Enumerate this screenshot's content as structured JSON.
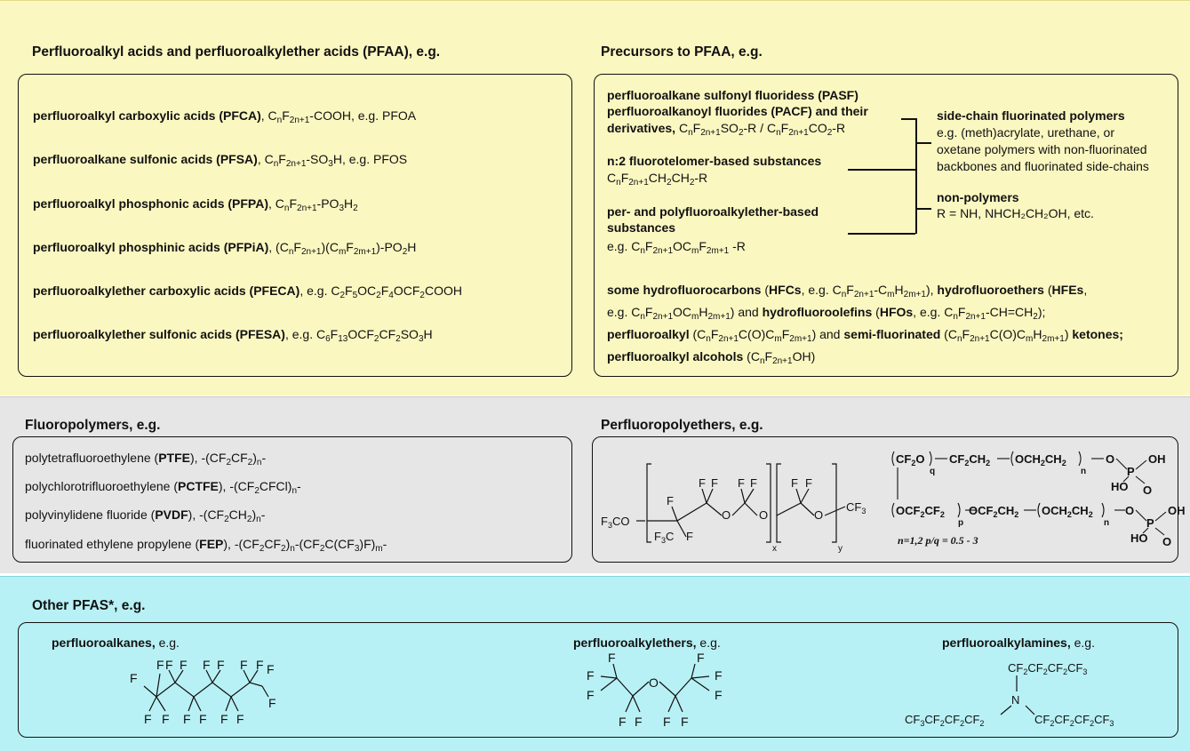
{
  "pfaa": {
    "heading": "Perfluoroalkyl acids and perfluoroalkylether acids (PFAA), e.g.",
    "items": [
      {
        "name": "perfluoroalkyl carboxylic acids",
        "abbr": "(PFCA)"
      },
      {
        "name": "perfluoroalkane sulfonic acids",
        "abbr": "(PFSA)"
      },
      {
        "name": "perfluoroalkyl phosphonic acids",
        "abbr": "(PFPA)"
      },
      {
        "name": "perfluoroalkyl phosphinic acids",
        "abbr": "(PFPiA)"
      },
      {
        "name": "perfluoroalkylether carboxylic acids",
        "abbr": "(PFECA)"
      },
      {
        "name": "perfluoroalkylether sulfonic acids",
        "abbr": "(PFESA)"
      }
    ],
    "eg_pfoa": "e.g. PFOA",
    "eg_pfos": "e.g. PFOS",
    "eg": "e.g."
  },
  "precursors": {
    "heading": "Precursors to PFAA, e.g.",
    "pasf": "perfluoroalkane sulfonyl fluoridess (PASF)",
    "pacf": "perfluoroalkanoyl fluorides (PACF) and their",
    "derivatives": "derivatives,",
    "fluorotelomer": "n:2 fluorotelomer-based substances",
    "ether_based_1": "per- and polyfluoroalkylether-based",
    "ether_based_2": "substances",
    "side_chain_title": "side-chain fluorinated polymers",
    "side_chain_desc": [
      "e.g. (meth)acrylate, urethane, or",
      "oxetane polymers with non-fluorinated",
      "backbones and fluorinated side-chains"
    ],
    "non_polymers_title": "non-polymers",
    "non_polymers_desc": "R = NH, NHCH₂CH₂OH, etc.",
    "hfc": "some hydrofluorocarbons",
    "hfe": "hydrofluoroethers",
    "hfo": "hydrofluoroolefins",
    "pf_alkyl": "perfluoroalkyl",
    "semi": "semi-fluorinated",
    "ketones": "ketones;",
    "alcohols": "perfluoroalkyl alcohols"
  },
  "fluoropolymers": {
    "heading": "Fluoropolymers, e.g.",
    "items": [
      {
        "name": "polytetrafluoroethylene",
        "abbr": "PTFE"
      },
      {
        "name": "polychlorotrifluoroethylene",
        "abbr": "PCTFE"
      },
      {
        "name": "polyvinylidene fluoride",
        "abbr": "PVDF"
      },
      {
        "name": "fluorinated ethylene propylene",
        "abbr": "FEP"
      }
    ]
  },
  "perfluoropolyethers": {
    "heading": "Perfluoropolyethers, e.g.",
    "condition": "n=1,2  p/q = 0.5 - 3"
  },
  "other": {
    "heading": "Other PFAS*, e.g.",
    "alkanes": "perfluoroalkanes,",
    "ethers": "perfluoroalkylethers,",
    "amines": "perfluoroalkylamines,",
    "eg": "e.g."
  }
}
